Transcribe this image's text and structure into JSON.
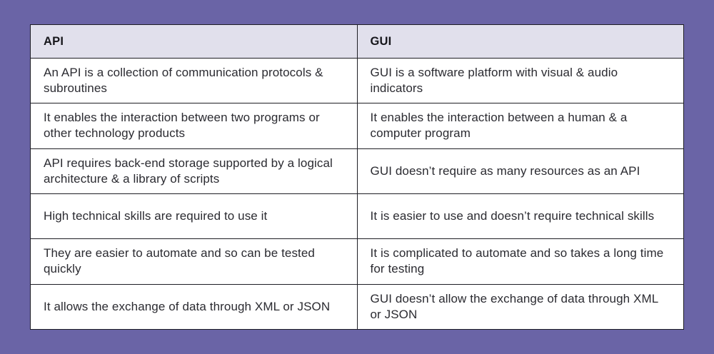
{
  "title": "API vs GUI comparison table",
  "colors": {
    "page_background": "#6a64a6",
    "header_row_background": "#e1e0ec",
    "cell_background": "#ffffff",
    "table_border": "#1e1e24",
    "header_text": "#17171c",
    "body_text": "#2b2b31"
  },
  "chart_data": {
    "type": "table",
    "columns": [
      "API",
      "GUI"
    ],
    "rows": [
      [
        "An API is a collection of communication protocols & subroutines",
        "GUI is a software platform with visual & audio indicators"
      ],
      [
        "It enables the interaction between two programs or other technology products",
        "It enables the interaction between a human & a computer program"
      ],
      [
        "API requires back-end storage supported by a logical architecture & a library of scripts",
        "GUI doesn’t require as many resources as an API"
      ],
      [
        "High technical skills are required to use it",
        "It is easier to use and doesn’t require technical skills"
      ],
      [
        "They are easier to automate and so can be tested quickly",
        "It is complicated to automate and so takes a long time for testing"
      ],
      [
        "It allows the exchange of data through XML or JSON",
        "GUI doesn’t allow the exchange of data through XML or JSON"
      ]
    ],
    "layout": {
      "grid": true,
      "header_row": true,
      "column_count": 2,
      "row_count": 6
    }
  }
}
